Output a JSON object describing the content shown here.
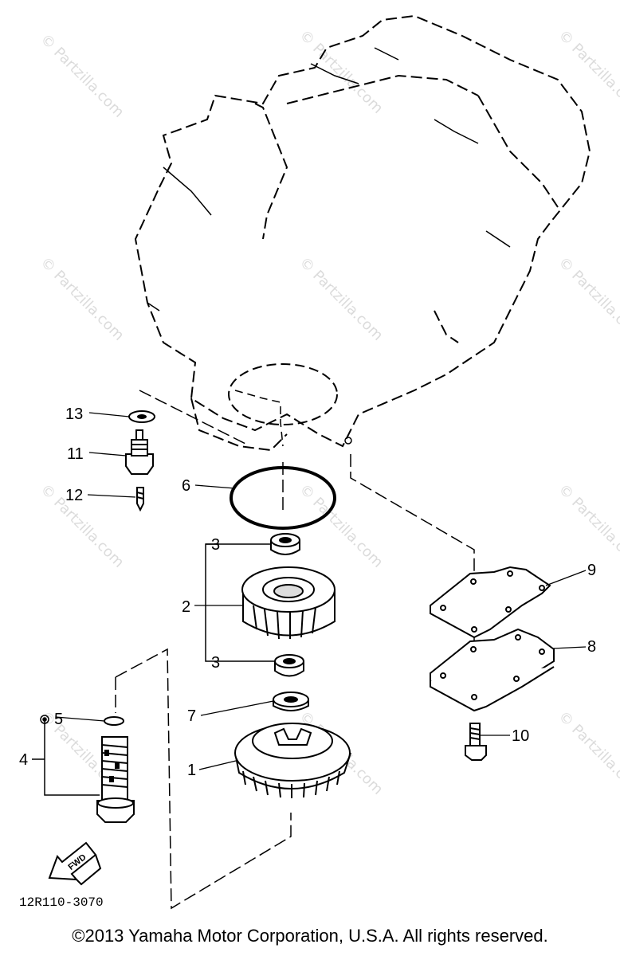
{
  "callouts": {
    "p1": "1",
    "p2": "2",
    "p3a": "3",
    "p3b": "3",
    "p4": "4",
    "p5": "5",
    "p6": "6",
    "p7": "7",
    "p8": "8",
    "p9": "9",
    "p10": "10",
    "p11": "11",
    "p12": "12",
    "p13": "13"
  },
  "arrow_label": "FWD",
  "diagram_code": "12R110-3070",
  "watermark": "© Partzilla.com",
  "copyright": "©2013 Yamaha Motor Corporation, U.S.A. All rights reserved."
}
